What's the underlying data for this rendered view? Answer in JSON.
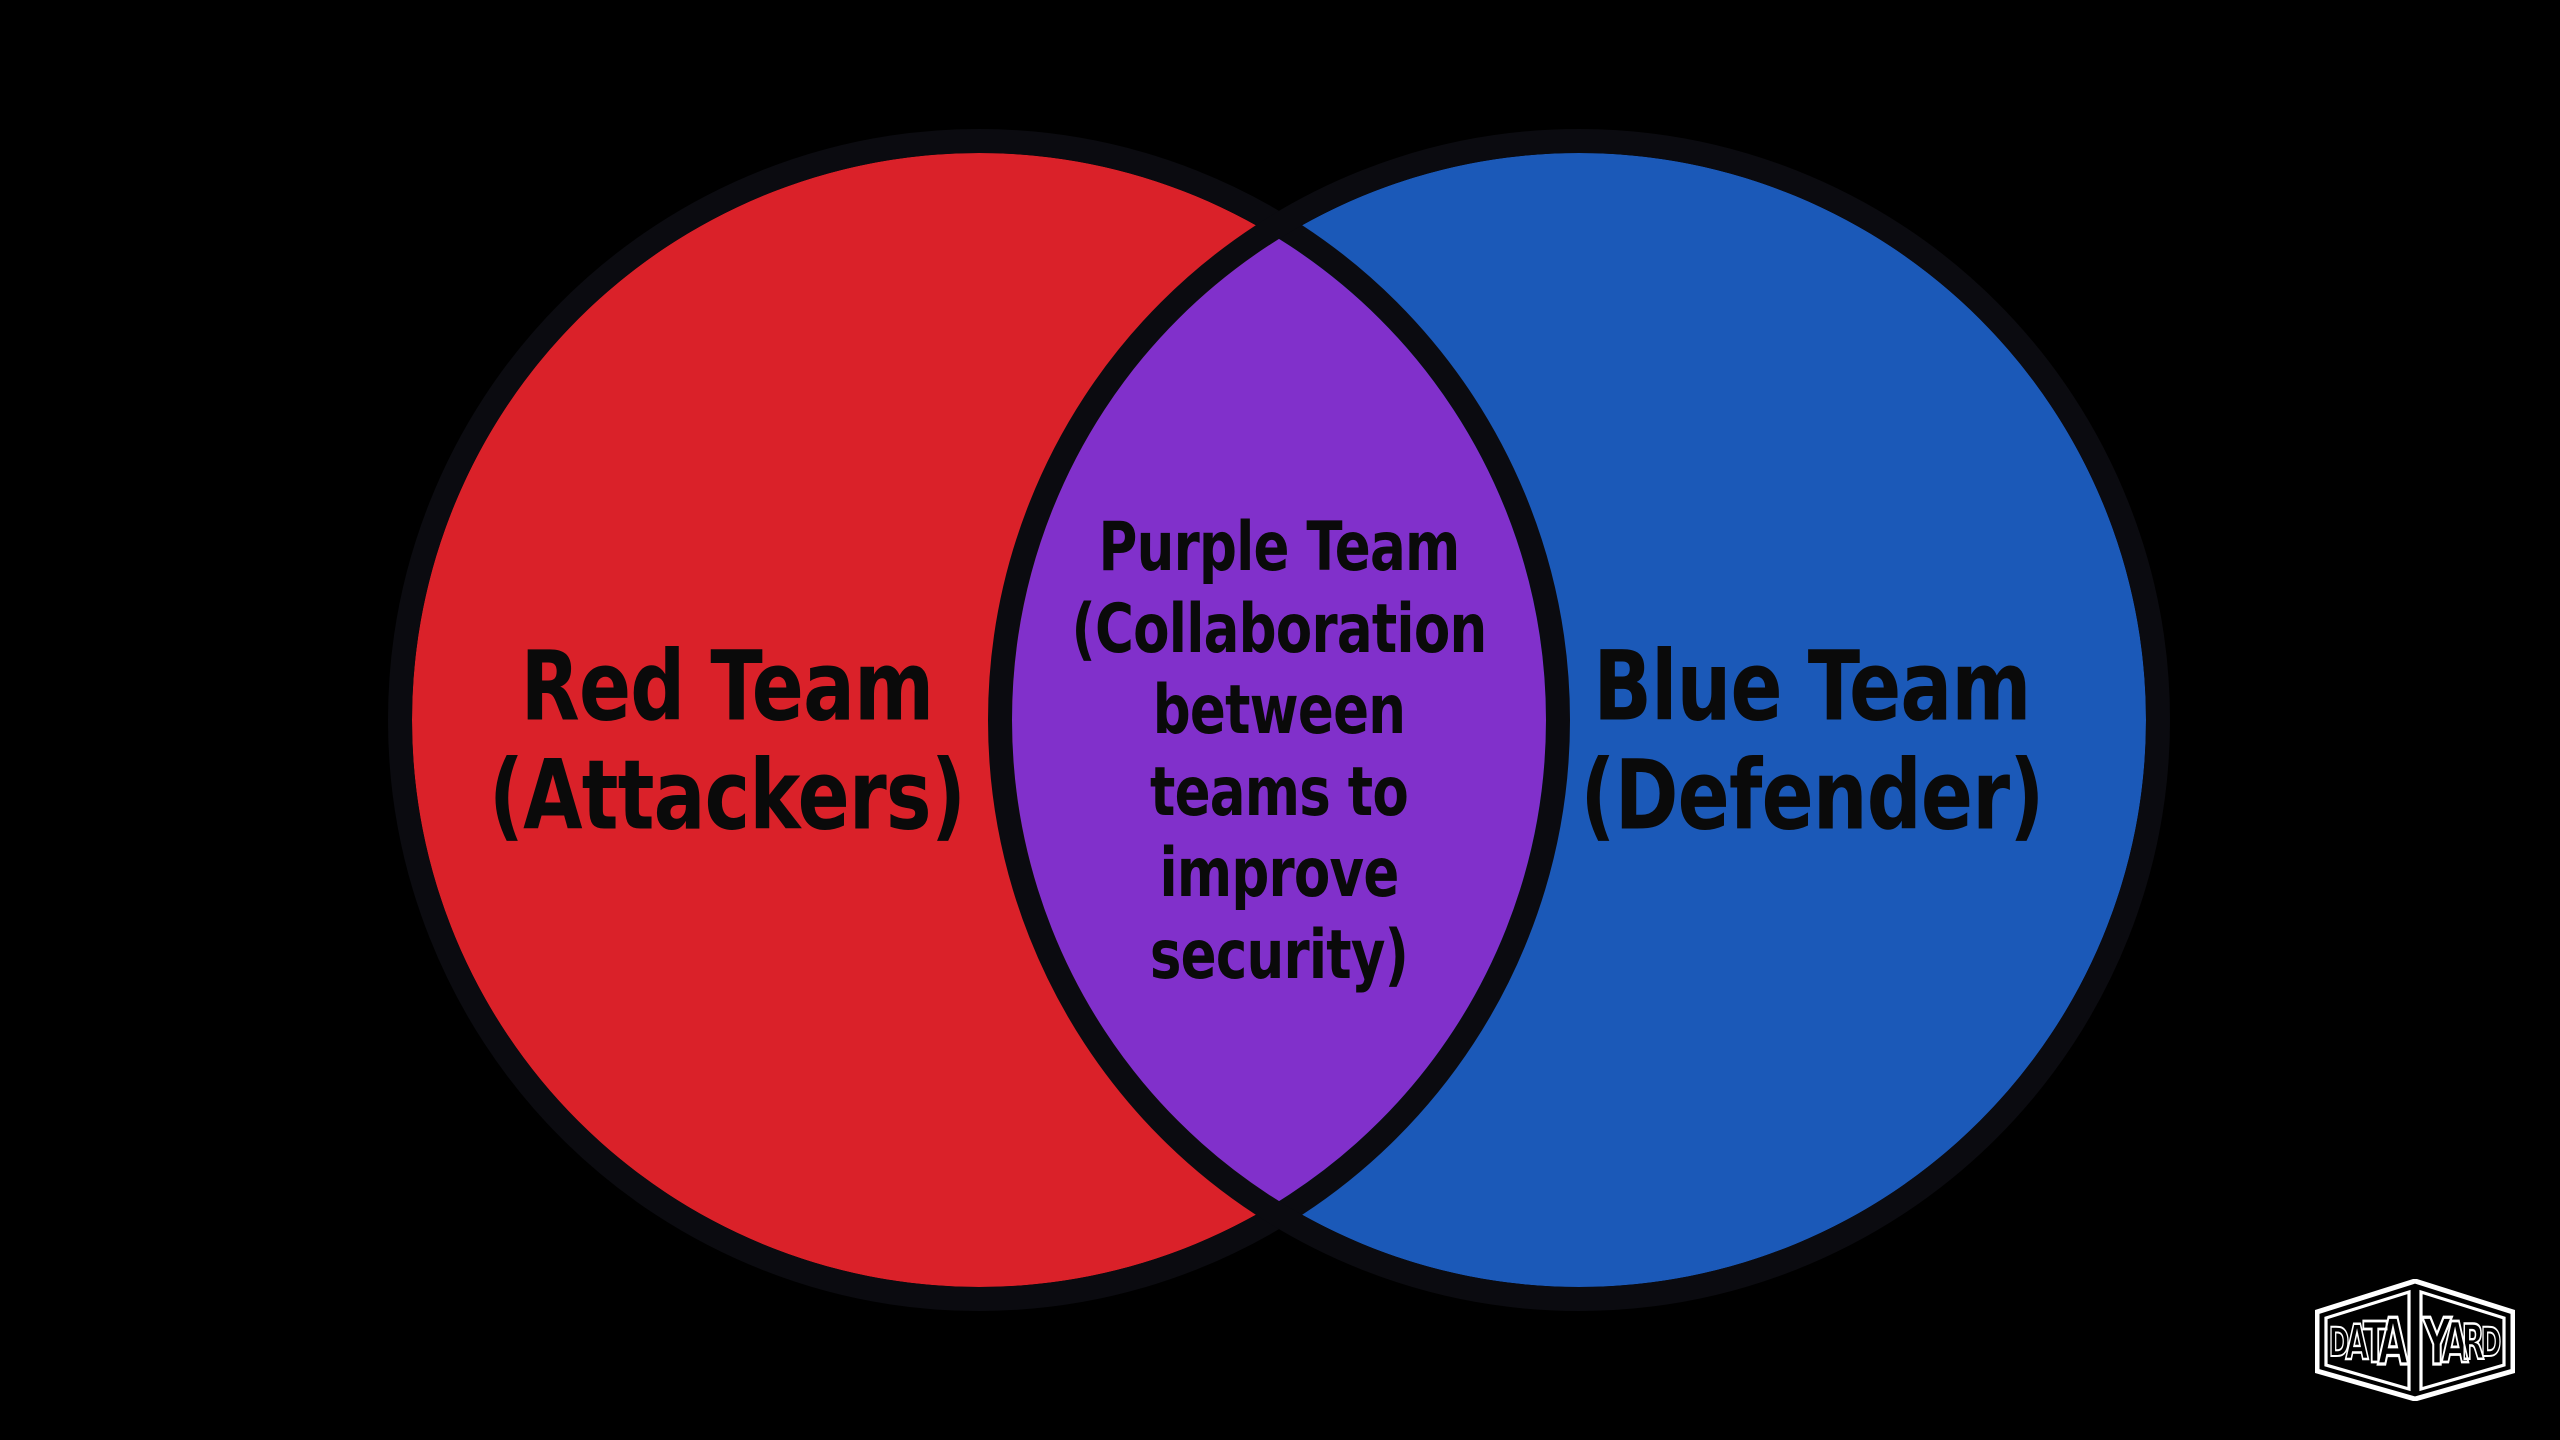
{
  "page": {
    "background_color": "#000000"
  },
  "diagram": {
    "type": "venn-2-circles",
    "outline_color": "#0b0b10",
    "label_text_color": "#0a0a0a",
    "red_circle": {
      "label": "Red Team\n(Attackers)",
      "color": "#da2129"
    },
    "blue_circle": {
      "label": "Blue Team\n(Defender)",
      "color": "#1b59b8"
    },
    "intersection": {
      "label": "Purple Team\n(Collaboration\nbetween\nteams to\nimprove\nsecurity)",
      "color": "#8130cb"
    }
  },
  "logo": {
    "left_text": "DATA",
    "right_text": "YARD",
    "color": "#ffffff"
  }
}
